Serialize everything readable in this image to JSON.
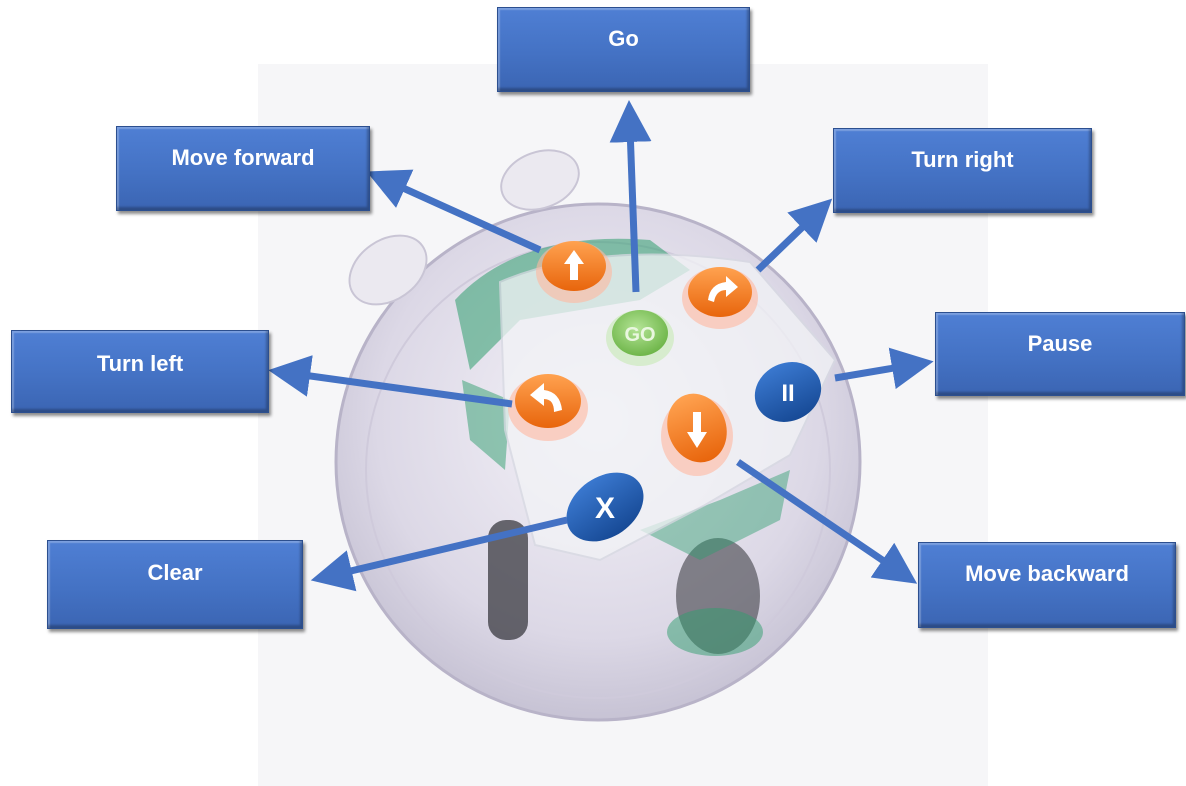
{
  "callouts": {
    "go": "Go",
    "move_forward": "Move forward",
    "turn_right": "Turn right",
    "turn_left": "Turn left",
    "pause": "Pause",
    "clear": "Clear",
    "move_backward": "Move backward"
  },
  "robot_buttons": {
    "go": "GO",
    "pause_glyph": "II",
    "clear_glyph": "X"
  },
  "colors": {
    "callout_fill": "#4472c4",
    "arrow": "#4472c4",
    "direction_button": "#f07a1c",
    "go_button": "#8dcc6a",
    "function_button": "#1f56a8"
  }
}
